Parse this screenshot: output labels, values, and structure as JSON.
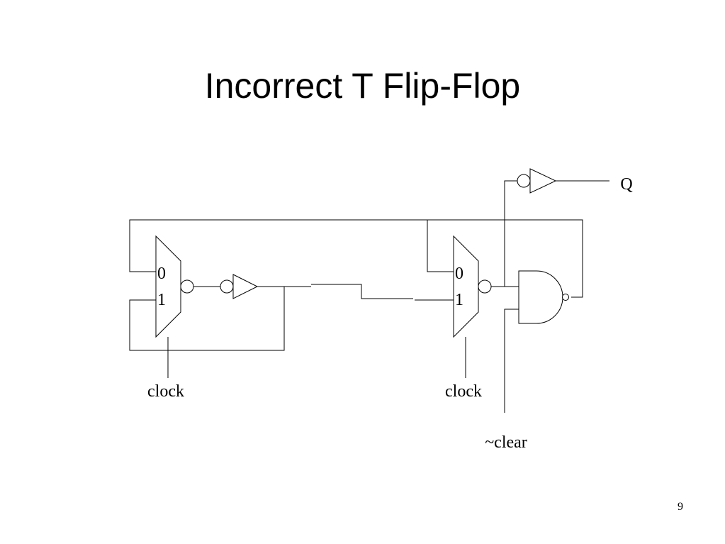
{
  "title": "Incorrect T Flip-Flop",
  "page_number": "9",
  "diagram": {
    "mux_input_0": "0",
    "mux_input_1": "1",
    "mux1_select_label": "clock",
    "mux2_select_label": "clock",
    "clear_label": "~clear",
    "output_label": "Q"
  }
}
